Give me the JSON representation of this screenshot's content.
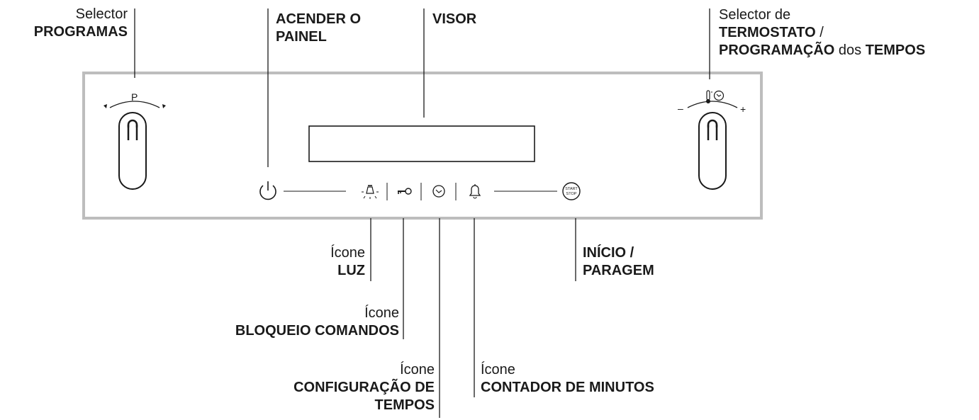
{
  "labels": {
    "programas": {
      "line1": "Selector",
      "line2": "PROGRAMAS"
    },
    "acender": {
      "line1": "ACENDER O",
      "line2": "PAINEL"
    },
    "visor": {
      "line1": "VISOR"
    },
    "termostato": {
      "line1": "Selector de",
      "line2_bold": "TERMOSTATO",
      "line2_rest": " /",
      "line3_bold1": "PROGRAMAÇÃO",
      "line3_mid": " dos ",
      "line3_bold2": "TEMPOS"
    },
    "luz": {
      "line1": "Ícone",
      "line2": "LUZ"
    },
    "bloqueio": {
      "line1": "Ícone",
      "line2": "BLOQUEIO COMANDOS"
    },
    "configuracao": {
      "line1": "Ícone",
      "line2": "CONFIGURAÇÃO DE",
      "line3": "TEMPOS"
    },
    "contador": {
      "line1": "Ícone",
      "line2": "CONTADOR DE MINUTOS"
    },
    "inicio": {
      "line1": "INÍCIO /",
      "line2": "PARAGEM"
    }
  },
  "panel": {
    "knob_left_symbol": "P",
    "knob_right_minus": "–",
    "knob_right_plus": "+",
    "start_line1": "START",
    "start_line2": "STOP"
  },
  "colors": {
    "panel_border": "#bdbdbd",
    "line": "#1a1a1a"
  }
}
